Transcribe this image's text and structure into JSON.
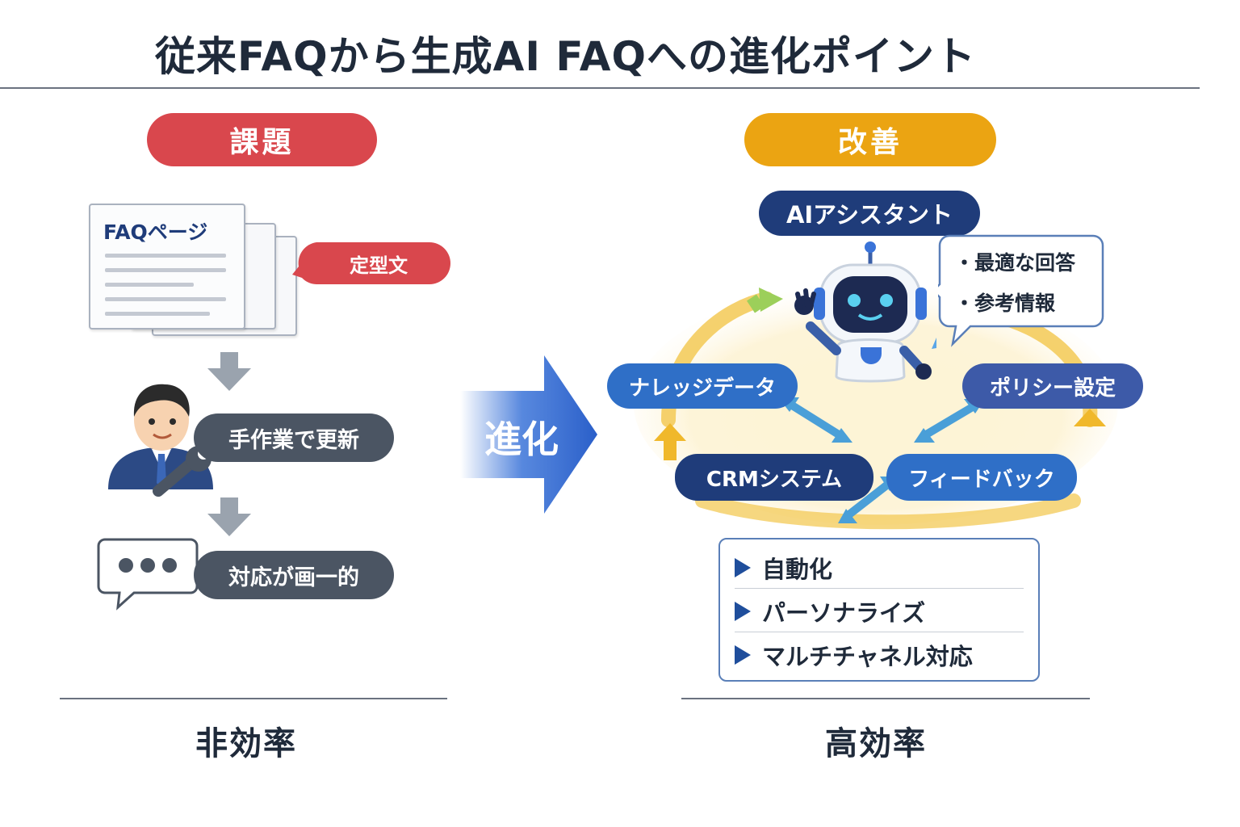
{
  "title": "従来FAQから生成AI FAQへの進化ポイント",
  "left": {
    "header": "課題",
    "doc_title": "FAQページ",
    "template_badge": "定型文",
    "manual_update": "手作業で更新",
    "uniform_response": "対応が画一的",
    "footer": "非効率"
  },
  "center": {
    "evolution_label": "進化"
  },
  "right": {
    "header": "改善",
    "assistant": "AIアシスタント",
    "bubble_items": [
      "・最適な回答",
      "・参考情報"
    ],
    "nodes": {
      "knowledge": "ナレッジデータ",
      "policy": "ポリシー設定",
      "crm": "CRMシステム",
      "feedback": "フィードバック"
    },
    "features": [
      "自動化",
      "パーソナライズ",
      "マルチチャネル対応"
    ],
    "footer": "高効率"
  },
  "colors": {
    "issue_red": "#d9474d",
    "improve_gold": "#eba412",
    "navy": "#1f3c7a",
    "blue": "#2f6fc7",
    "dark_gray": "#4b5563",
    "arrow_blue": "#3a73d8"
  },
  "icons": [
    "document-icon",
    "person-icon",
    "wrench-icon",
    "down-arrow-icon",
    "chat-bubble-icon",
    "robot-icon",
    "cycle-arrows-icon",
    "evolution-arrow-icon"
  ]
}
